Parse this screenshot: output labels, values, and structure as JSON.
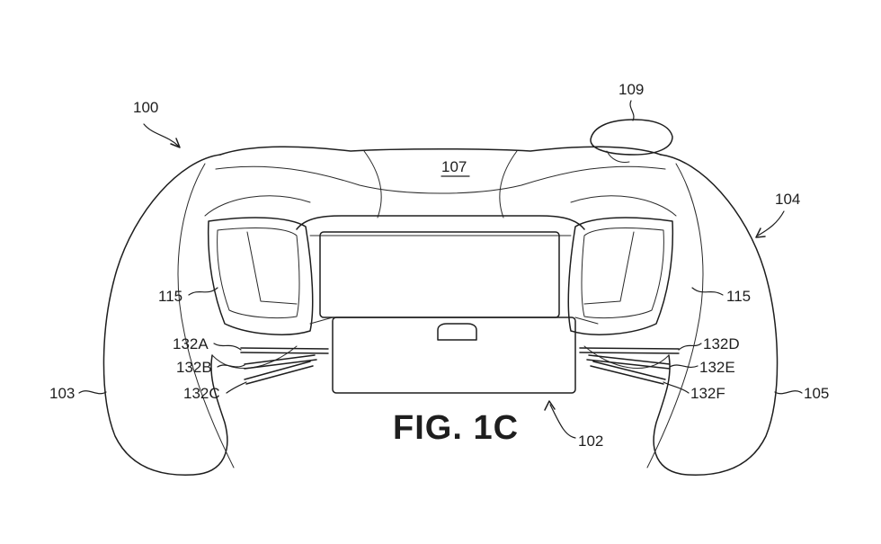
{
  "figure": {
    "caption": "FIG. 1C",
    "labels": {
      "l100": "100",
      "l109": "109",
      "l107": "107",
      "l104": "104",
      "l115_left": "115",
      "l115_right": "115",
      "l132A": "132A",
      "l132B": "132B",
      "l132C": "132C",
      "l132D": "132D",
      "l132E": "132E",
      "l132F": "132F",
      "l103": "103",
      "l105": "105",
      "l102": "102"
    }
  }
}
